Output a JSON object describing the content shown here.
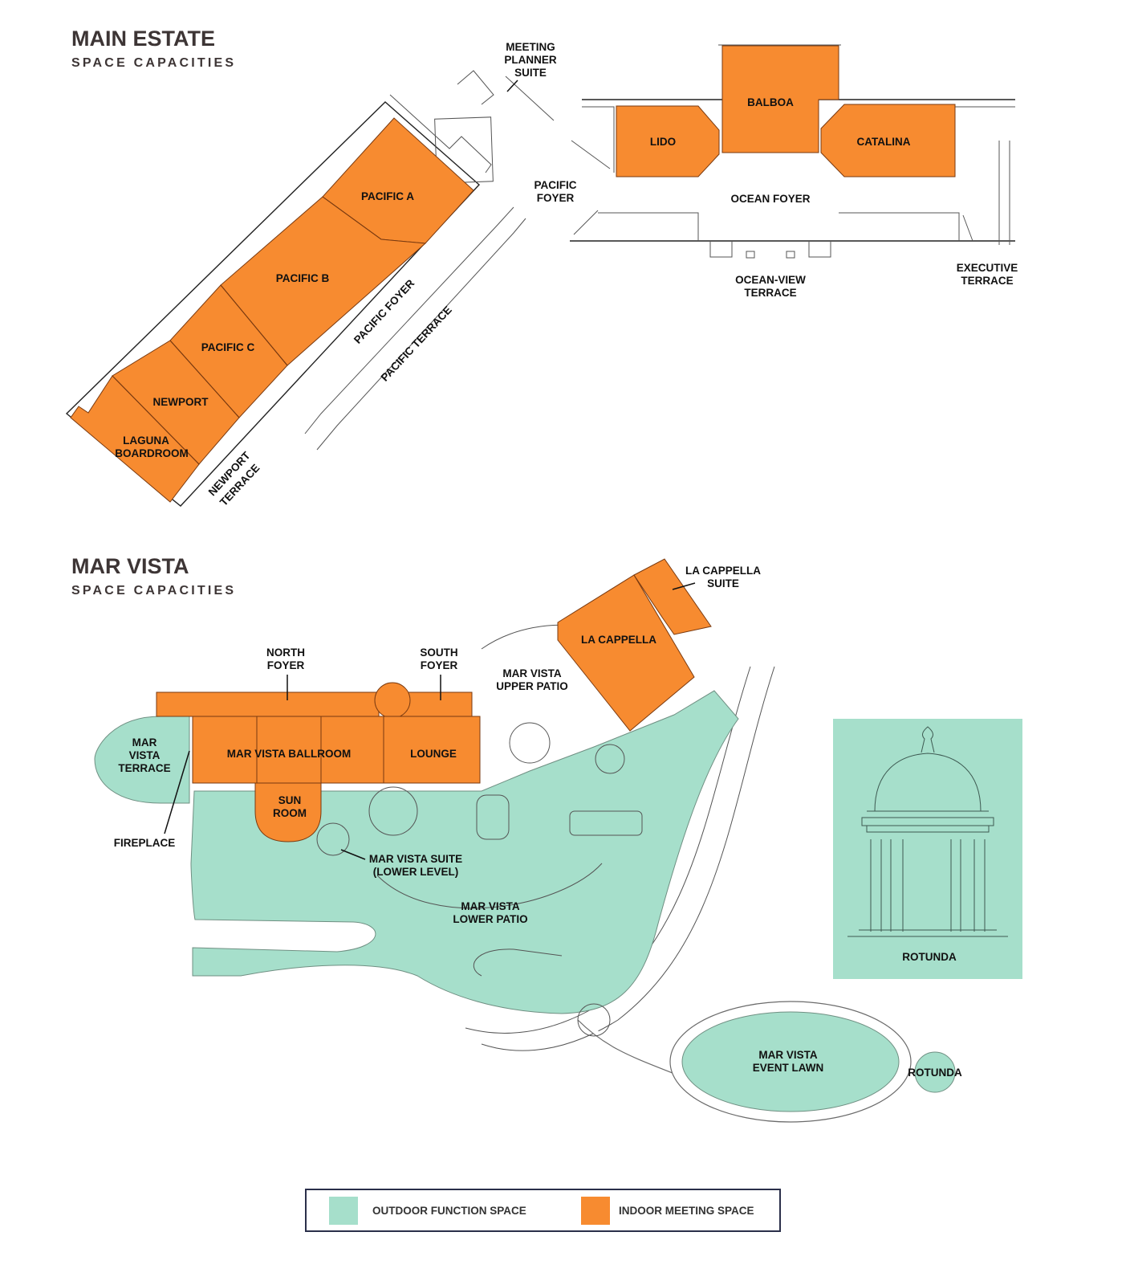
{
  "colors": {
    "outdoor": "#a6dfcb",
    "indoor": "#f78b30",
    "heading": "#3d3535",
    "legend_border": "#2a2f4a"
  },
  "main_estate": {
    "title": "MAIN ESTATE",
    "subtitle": "SPACE CAPACITIES",
    "rooms": {
      "pacific_a": "PACIFIC A",
      "pacific_b": "PACIFIC B",
      "pacific_c": "PACIFIC C",
      "newport": "NEWPORT",
      "laguna_1": "LAGUNA",
      "laguna_2": "BOARDROOM",
      "lido": "LIDO",
      "balboa": "BALBOA",
      "catalina": "CATALINA"
    },
    "areas": {
      "meeting_planner_1": "MEETING",
      "meeting_planner_2": "PLANNER",
      "meeting_planner_3": "SUITE",
      "pacific_foyer_top_1": "PACIFIC",
      "pacific_foyer_top_2": "FOYER",
      "ocean_foyer": "OCEAN FOYER",
      "ocean_view_1": "OCEAN-VIEW",
      "ocean_view_2": "TERRACE",
      "executive_1": "EXECUTIVE",
      "executive_2": "TERRACE",
      "pacific_foyer_diag": "PACIFIC FOYER",
      "pacific_terrace": "PACIFIC TERRACE",
      "newport_terrace_1": "NEWPORT",
      "newport_terrace_2": "TERRACE"
    }
  },
  "mar_vista": {
    "title": "MAR VISTA",
    "subtitle": "SPACE CAPACITIES",
    "labels": {
      "north_foyer_1": "NORTH",
      "north_foyer_2": "FOYER",
      "south_foyer_1": "SOUTH",
      "south_foyer_2": "FOYER",
      "ballroom": "MAR VISTA BALLROOM",
      "lounge": "LOUNGE",
      "sun_room_1": "SUN",
      "sun_room_2": "ROOM",
      "terrace_1": "MAR",
      "terrace_2": "VISTA",
      "terrace_3": "TERRACE",
      "fireplace": "FIREPLACE",
      "suite_1": "MAR VISTA SUITE",
      "suite_2": "(LOWER LEVEL)",
      "lower_patio_1": "MAR VISTA",
      "lower_patio_2": "LOWER PATIO",
      "upper_patio_1": "MAR VISTA",
      "upper_patio_2": "UPPER PATIO",
      "la_cappella": "LA CAPPELLA",
      "la_cappella_suite_1": "LA CAPPELLA",
      "la_cappella_suite_2": "SUITE",
      "event_lawn_1": "MAR VISTA",
      "event_lawn_2": "EVENT LAWN",
      "rotunda": "ROTUNDA",
      "rotunda_inset": "ROTUNDA"
    }
  },
  "legend": {
    "outdoor_label": "OUTDOOR FUNCTION SPACE",
    "indoor_label": "INDOOR MEETING SPACE"
  }
}
